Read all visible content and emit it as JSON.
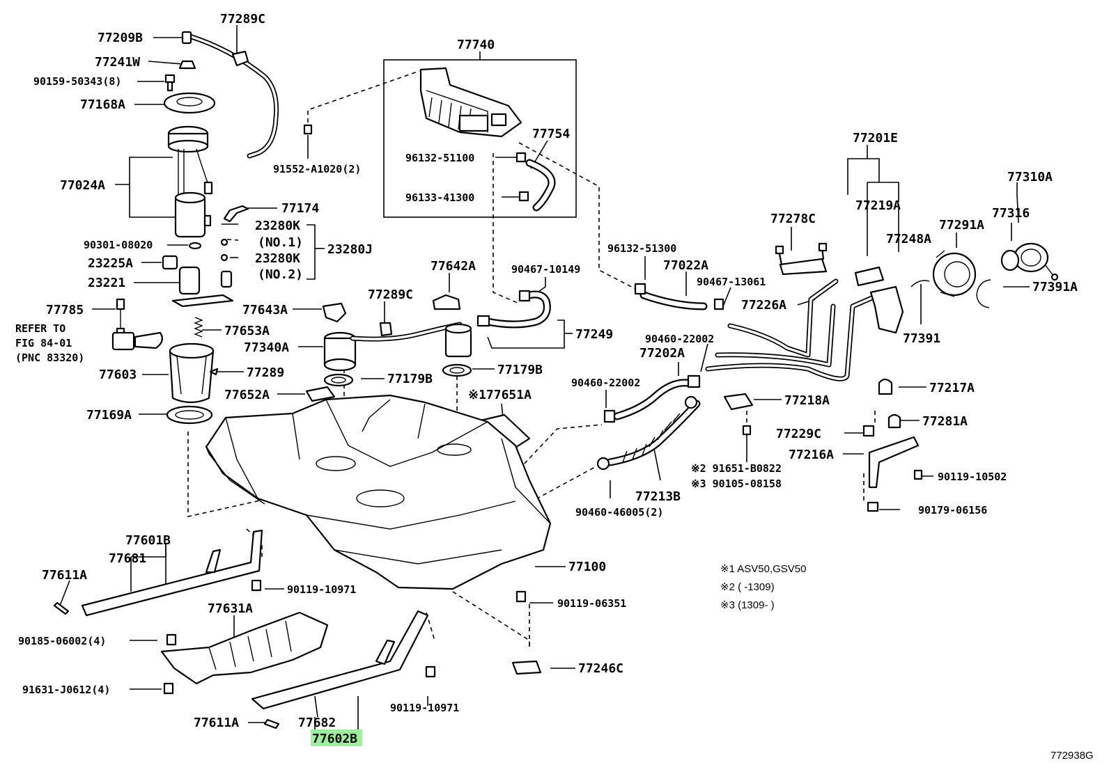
{
  "figure_code": "772938G",
  "highlight_color": "#9df09b",
  "labels": {
    "p77289C_top": "77289C",
    "p77209B": "77209B",
    "p77241W": "77241W",
    "p90159": "90159-50343(8)",
    "p77168A": "77168A",
    "p77024A": "77024A",
    "p77174": "77174",
    "p23280K_1": "23280K",
    "p23280K_1_sub": "(NO.1)",
    "p23280K_2": "23280K",
    "p23280K_2_sub": "(NO.2)",
    "p23280J": "23280J",
    "p90301": "90301-08020",
    "p23225A": "23225A",
    "p23221": "23221",
    "p77785": "77785",
    "refer_1": "REFER TO",
    "refer_2": "FIG 84-01",
    "refer_3": "(PNC 83320)",
    "p77653A": "77653A",
    "p77603": "77603",
    "p77289": "77289",
    "p77169A": "77169A",
    "p91552": "91552-A1020(2)",
    "p77740": "77740",
    "p77754": "77754",
    "p96132_51100": "96132-51100",
    "p96133": "96133-41300",
    "p77643A": "77643A",
    "p77289C_mid": "77289C",
    "p77642A": "77642A",
    "p90467_10149": "90467-10149",
    "p77340A": "77340A",
    "p77249": "77249",
    "p77179B_l": "77179B",
    "p77179B_r": "77179B",
    "p77652A": "77652A",
    "p77651A": "※177651A",
    "p96132_51300": "96132-51300",
    "p77022A": "77022A",
    "p90467_13061": "90467-13061",
    "p77226A": "77226A",
    "p77278C": "77278C",
    "p77201E": "77201E",
    "p77219A": "77219A",
    "p77248A": "77248A",
    "p77291A": "77291A",
    "p77310A": "77310A",
    "p77316": "77316",
    "p77391A": "77391A",
    "p77391": "77391",
    "p90460_22002_a": "90460-22002",
    "p77202A": "77202A",
    "p90460_22002_b": "90460-22002",
    "p77218A": "77218A",
    "p77217A": "77217A",
    "p77229C": "77229C",
    "p77281A": "77281A",
    "p77216A": "77216A",
    "p91651": "※2 91651-B0822",
    "p90105": "※3 90105-08158",
    "p90119_10502": "90119-10502",
    "p77213B": "77213B",
    "p90460_46005": "90460-46005(2)",
    "p90179": "90179-06156",
    "p77601B": "77601B",
    "p77681": "77681",
    "p77611A_top": "77611A",
    "p90119_10971_a": "90119-10971",
    "p77100": "77100",
    "p77631A": "77631A",
    "p90185": "90185-06002(4)",
    "p91631": "91631-J0612(4)",
    "p90119_06351": "90119-06351",
    "p77246C": "77246C",
    "p77611A_bot": "77611A",
    "p77682": "77682",
    "p77602B": "77602B",
    "p90119_10971_b": "90119-10971"
  },
  "notes": [
    "※1 ASV50,GSV50",
    "※2 (       -1309)",
    "※3 (1309-       )"
  ]
}
